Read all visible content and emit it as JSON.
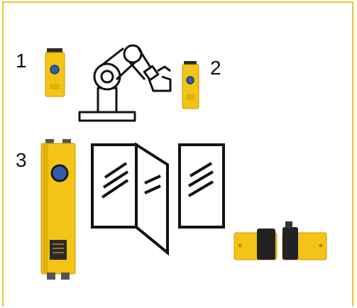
{
  "labels": {
    "one": "1",
    "two": "2",
    "three": "3"
  },
  "colors": {
    "frame_border": "#f2c230",
    "device_yellow": "#f3c316",
    "device_dark": "#2a2a2a",
    "button_blue": "#2f5fa8",
    "line_black": "#111111"
  },
  "icons": [
    "safety-sensor-small-icon",
    "robot-arm-icon",
    "safety-sensor-tall-icon",
    "folding-door-icon",
    "window-panel-icon",
    "magnetic-safety-switch-icon"
  ]
}
